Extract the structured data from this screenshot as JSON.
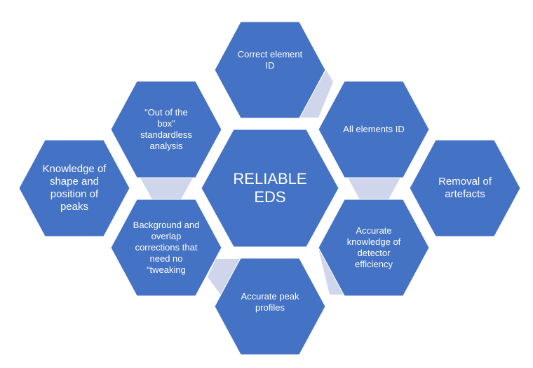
{
  "diagram": {
    "center": {
      "id": "center",
      "text": "RELIABLE EDS",
      "lines": [
        "RELIABLE",
        "EDS"
      ]
    },
    "nodes": [
      {
        "id": "correct-element-id",
        "lines": [
          "Correct element",
          "ID"
        ]
      },
      {
        "id": "out-of-the-box",
        "lines": [
          "“Out of the",
          "box”",
          "standardless",
          "analysis"
        ]
      },
      {
        "id": "knowledge-of-peaks",
        "lines": [
          "Knowledge of",
          "shape and",
          "position of",
          "peaks"
        ]
      },
      {
        "id": "background-overlap",
        "lines": [
          "Background and",
          "overlap",
          "corrections that",
          "need no",
          "“tweaking"
        ]
      },
      {
        "id": "all-elements-id",
        "lines": [
          "All elements ID"
        ]
      },
      {
        "id": "removal-of-artefacts",
        "lines": [
          "Removal of",
          "artefacts"
        ]
      },
      {
        "id": "detector-efficiency",
        "lines": [
          "Accurate",
          "knowledge of",
          "detector",
          "efficiency"
        ]
      },
      {
        "id": "accurate-peak-profiles",
        "lines": [
          "Accurate peak",
          "profiles"
        ]
      }
    ],
    "connectors": [
      [
        "correct-element-id",
        "all-elements-id"
      ],
      [
        "out-of-the-box",
        "background-overlap"
      ],
      [
        "all-elements-id",
        "detector-efficiency"
      ],
      [
        "background-overlap",
        "accurate-peak-profiles"
      ],
      [
        "accurate-peak-profiles",
        "detector-efficiency"
      ]
    ],
    "colors": {
      "hexagon": "#4472c4",
      "connector": "#cfd5ea",
      "text": "#ffffff",
      "background": "#ffffff"
    }
  }
}
